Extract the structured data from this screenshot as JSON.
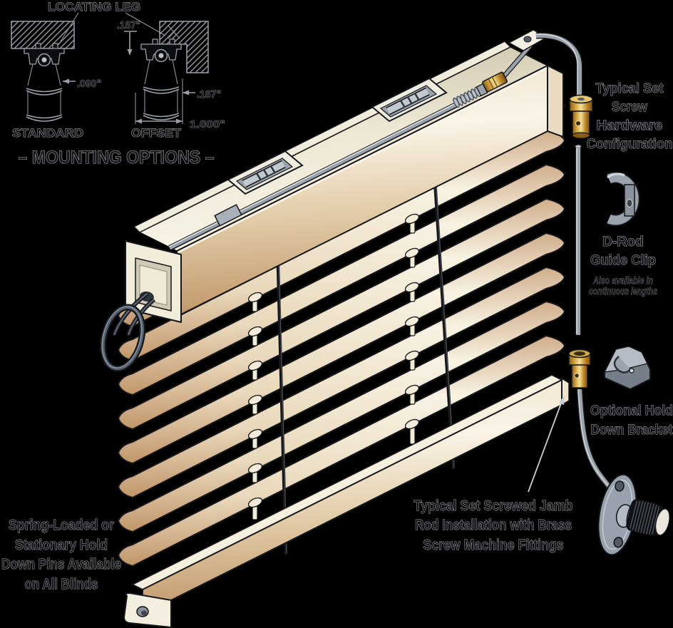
{
  "figure": {
    "background": "#000000",
    "line_art_color": "#9aa0a8",
    "text_color": "#17181c",
    "text_halo": "#d9dcdf"
  },
  "colors": {
    "slat_tan": "#c09468",
    "slat_light": "#f8f2e3",
    "headrail_cream": "#f2ecdc",
    "brass": "#d8ab46",
    "metal_gray": "#9aa2ac",
    "rod_dark": "#15171a",
    "cord_gray": "#596170"
  },
  "mounting": {
    "locating_leg": "LOCATING LEG",
    "title": "– MOUNTING OPTIONS –",
    "standard": {
      "label": "STANDARD",
      "gap": ".090\""
    },
    "offset": {
      "label": "OFFSET",
      "top_gap": ".187\"",
      "side_gap": ".187\"",
      "depth": "1.000\""
    }
  },
  "callouts": {
    "set_screw": {
      "line1": "Typical Set",
      "line2": "Screw",
      "line3": "Hardware",
      "line4": "Configuration"
    },
    "d_rod": {
      "line1": "D-Rod",
      "line2": "Guide Clip",
      "note1": "Also available in",
      "note2": "continuous lengths"
    },
    "hold_down": {
      "line1": "Optional Hold",
      "line2": "Down Bracket"
    },
    "hold_pins": {
      "line1": "Spring-Loaded or",
      "line2": "Stationary Hold",
      "line3": "Down Pins Available",
      "line4": "on All Blinds"
    },
    "jamb_rod": {
      "line1": "Typical Set Screwed Jamb",
      "line2": "Rod Installation with Brass",
      "line3": "Screw Machine Fittings"
    }
  }
}
